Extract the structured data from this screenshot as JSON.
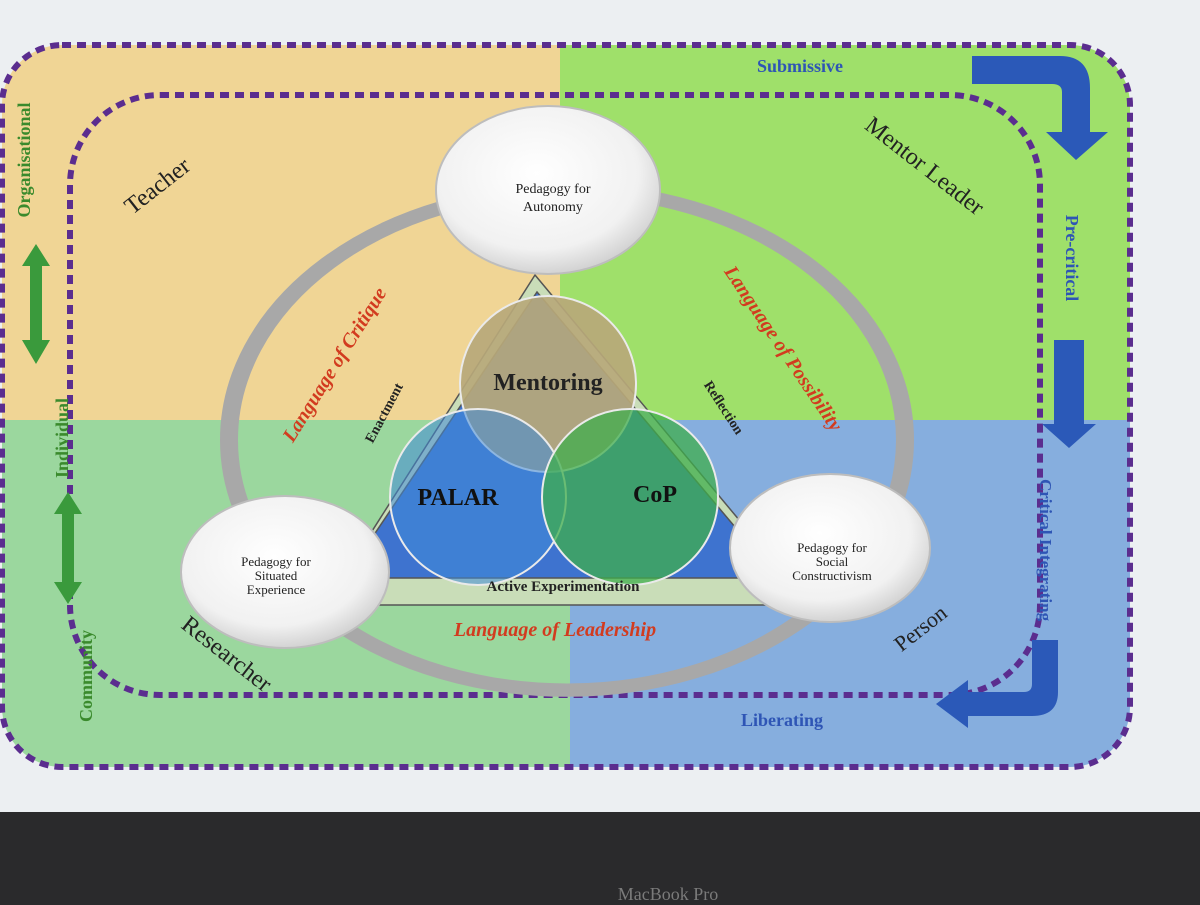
{
  "diagram": {
    "edge_labels": {
      "left_organisational": "Organisational",
      "left_individual": "Individual",
      "left_community": "Community",
      "top_submissive": "Submissive",
      "right_precritical": "Pre-critical",
      "right_critical_integrating": "Critical Integrating",
      "bottom_liberating": "Liberating"
    },
    "roles": {
      "teacher": "Teacher",
      "mentor_leader": "Mentor Leader",
      "researcher": "Researcher",
      "person": "Person"
    },
    "pedagogies": {
      "autonomy_line1": "Pedagogy for",
      "autonomy_line2": "Autonomy",
      "situated_line1": "Pedagogy for",
      "situated_line2": "Situated",
      "situated_line3": "Experience",
      "social_line1": "Pedagogy for",
      "social_line2": "Social",
      "social_line3": "Constructivism"
    },
    "languages": {
      "critique": "Language of Critique",
      "possibility": "Language of Possibility",
      "leadership": "Language of Leadership"
    },
    "triangle_sides": {
      "enactment": "Enactment",
      "reflection": "Reflection",
      "active_experimentation": "Active Experimentation"
    },
    "venn": {
      "top": "Mentoring",
      "left": "PALAR",
      "right": "CoP"
    },
    "colors": {
      "quadrant_top_left": "#f0d595",
      "quadrant_top_right": "#9fe06a",
      "quadrant_bottom_left": "#9bd79e",
      "quadrant_bottom_right": "#86aede",
      "dashed_border": "#5b2d8f",
      "arrow_blue": "#2b59b8",
      "arrow_green": "#3a9a3c",
      "language_red": "#d23b1f",
      "label_blue": "#2e55b5",
      "label_green": "#3a8a2c"
    }
  },
  "device": {
    "bezel_brand": "MacBook Pro"
  }
}
